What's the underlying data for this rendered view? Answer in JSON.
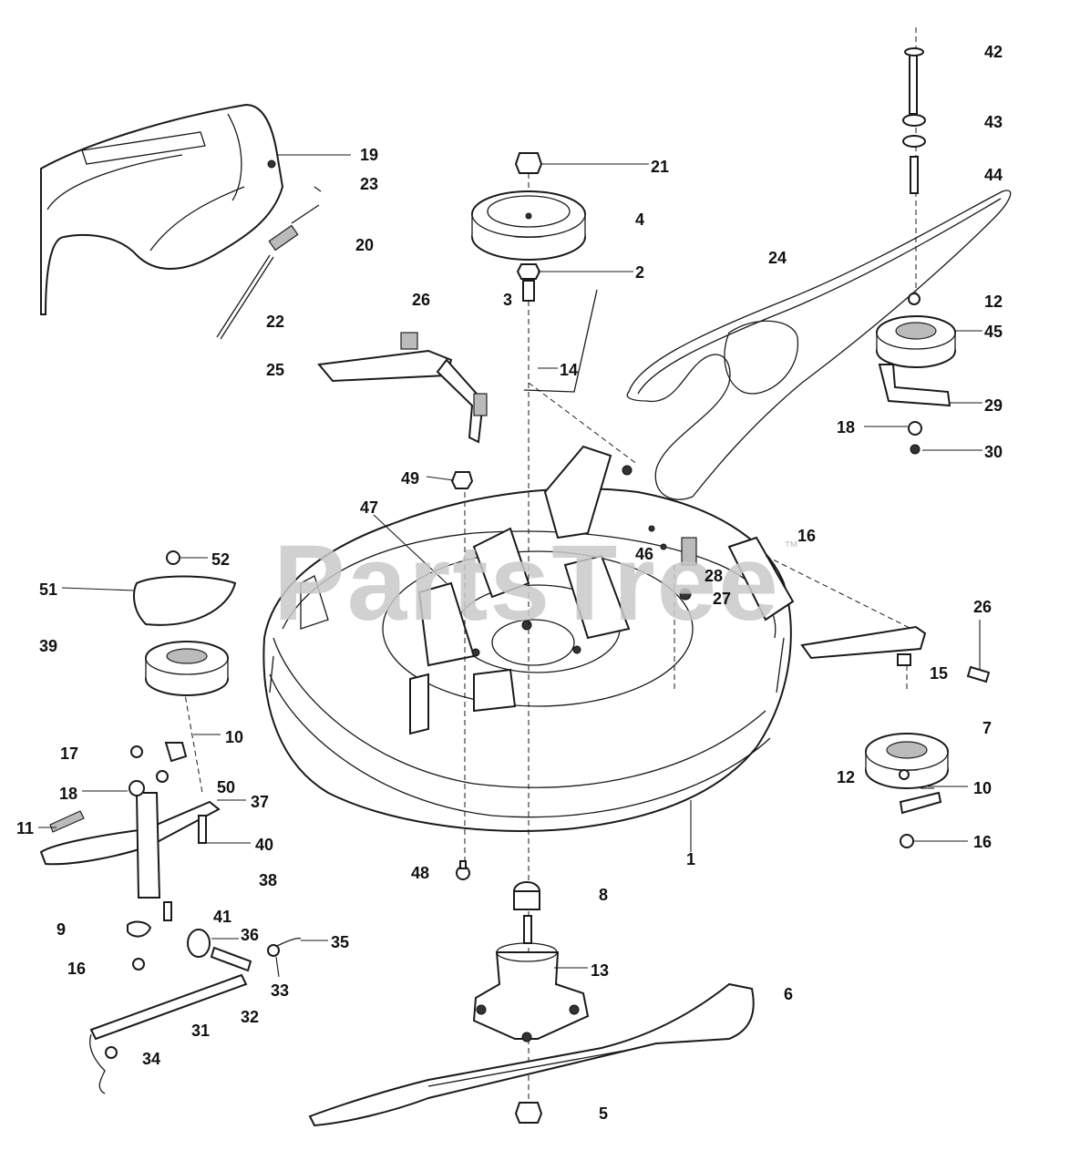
{
  "watermark": "PartsTree",
  "trademark": "™",
  "callouts": [
    "1",
    "2",
    "3",
    "4",
    "5",
    "6",
    "7",
    "8",
    "9",
    "10",
    "10",
    "11",
    "12",
    "12",
    "13",
    "14",
    "15",
    "16",
    "16",
    "16",
    "17",
    "18",
    "18",
    "19",
    "20",
    "21",
    "22",
    "23",
    "24",
    "25",
    "26",
    "26",
    "27",
    "28",
    "29",
    "30",
    "31",
    "32",
    "33",
    "34",
    "35",
    "36",
    "37",
    "38",
    "39",
    "40",
    "41",
    "42",
    "43",
    "44",
    "45",
    "46",
    "47",
    "48",
    "49",
    "50",
    "51",
    "52"
  ]
}
